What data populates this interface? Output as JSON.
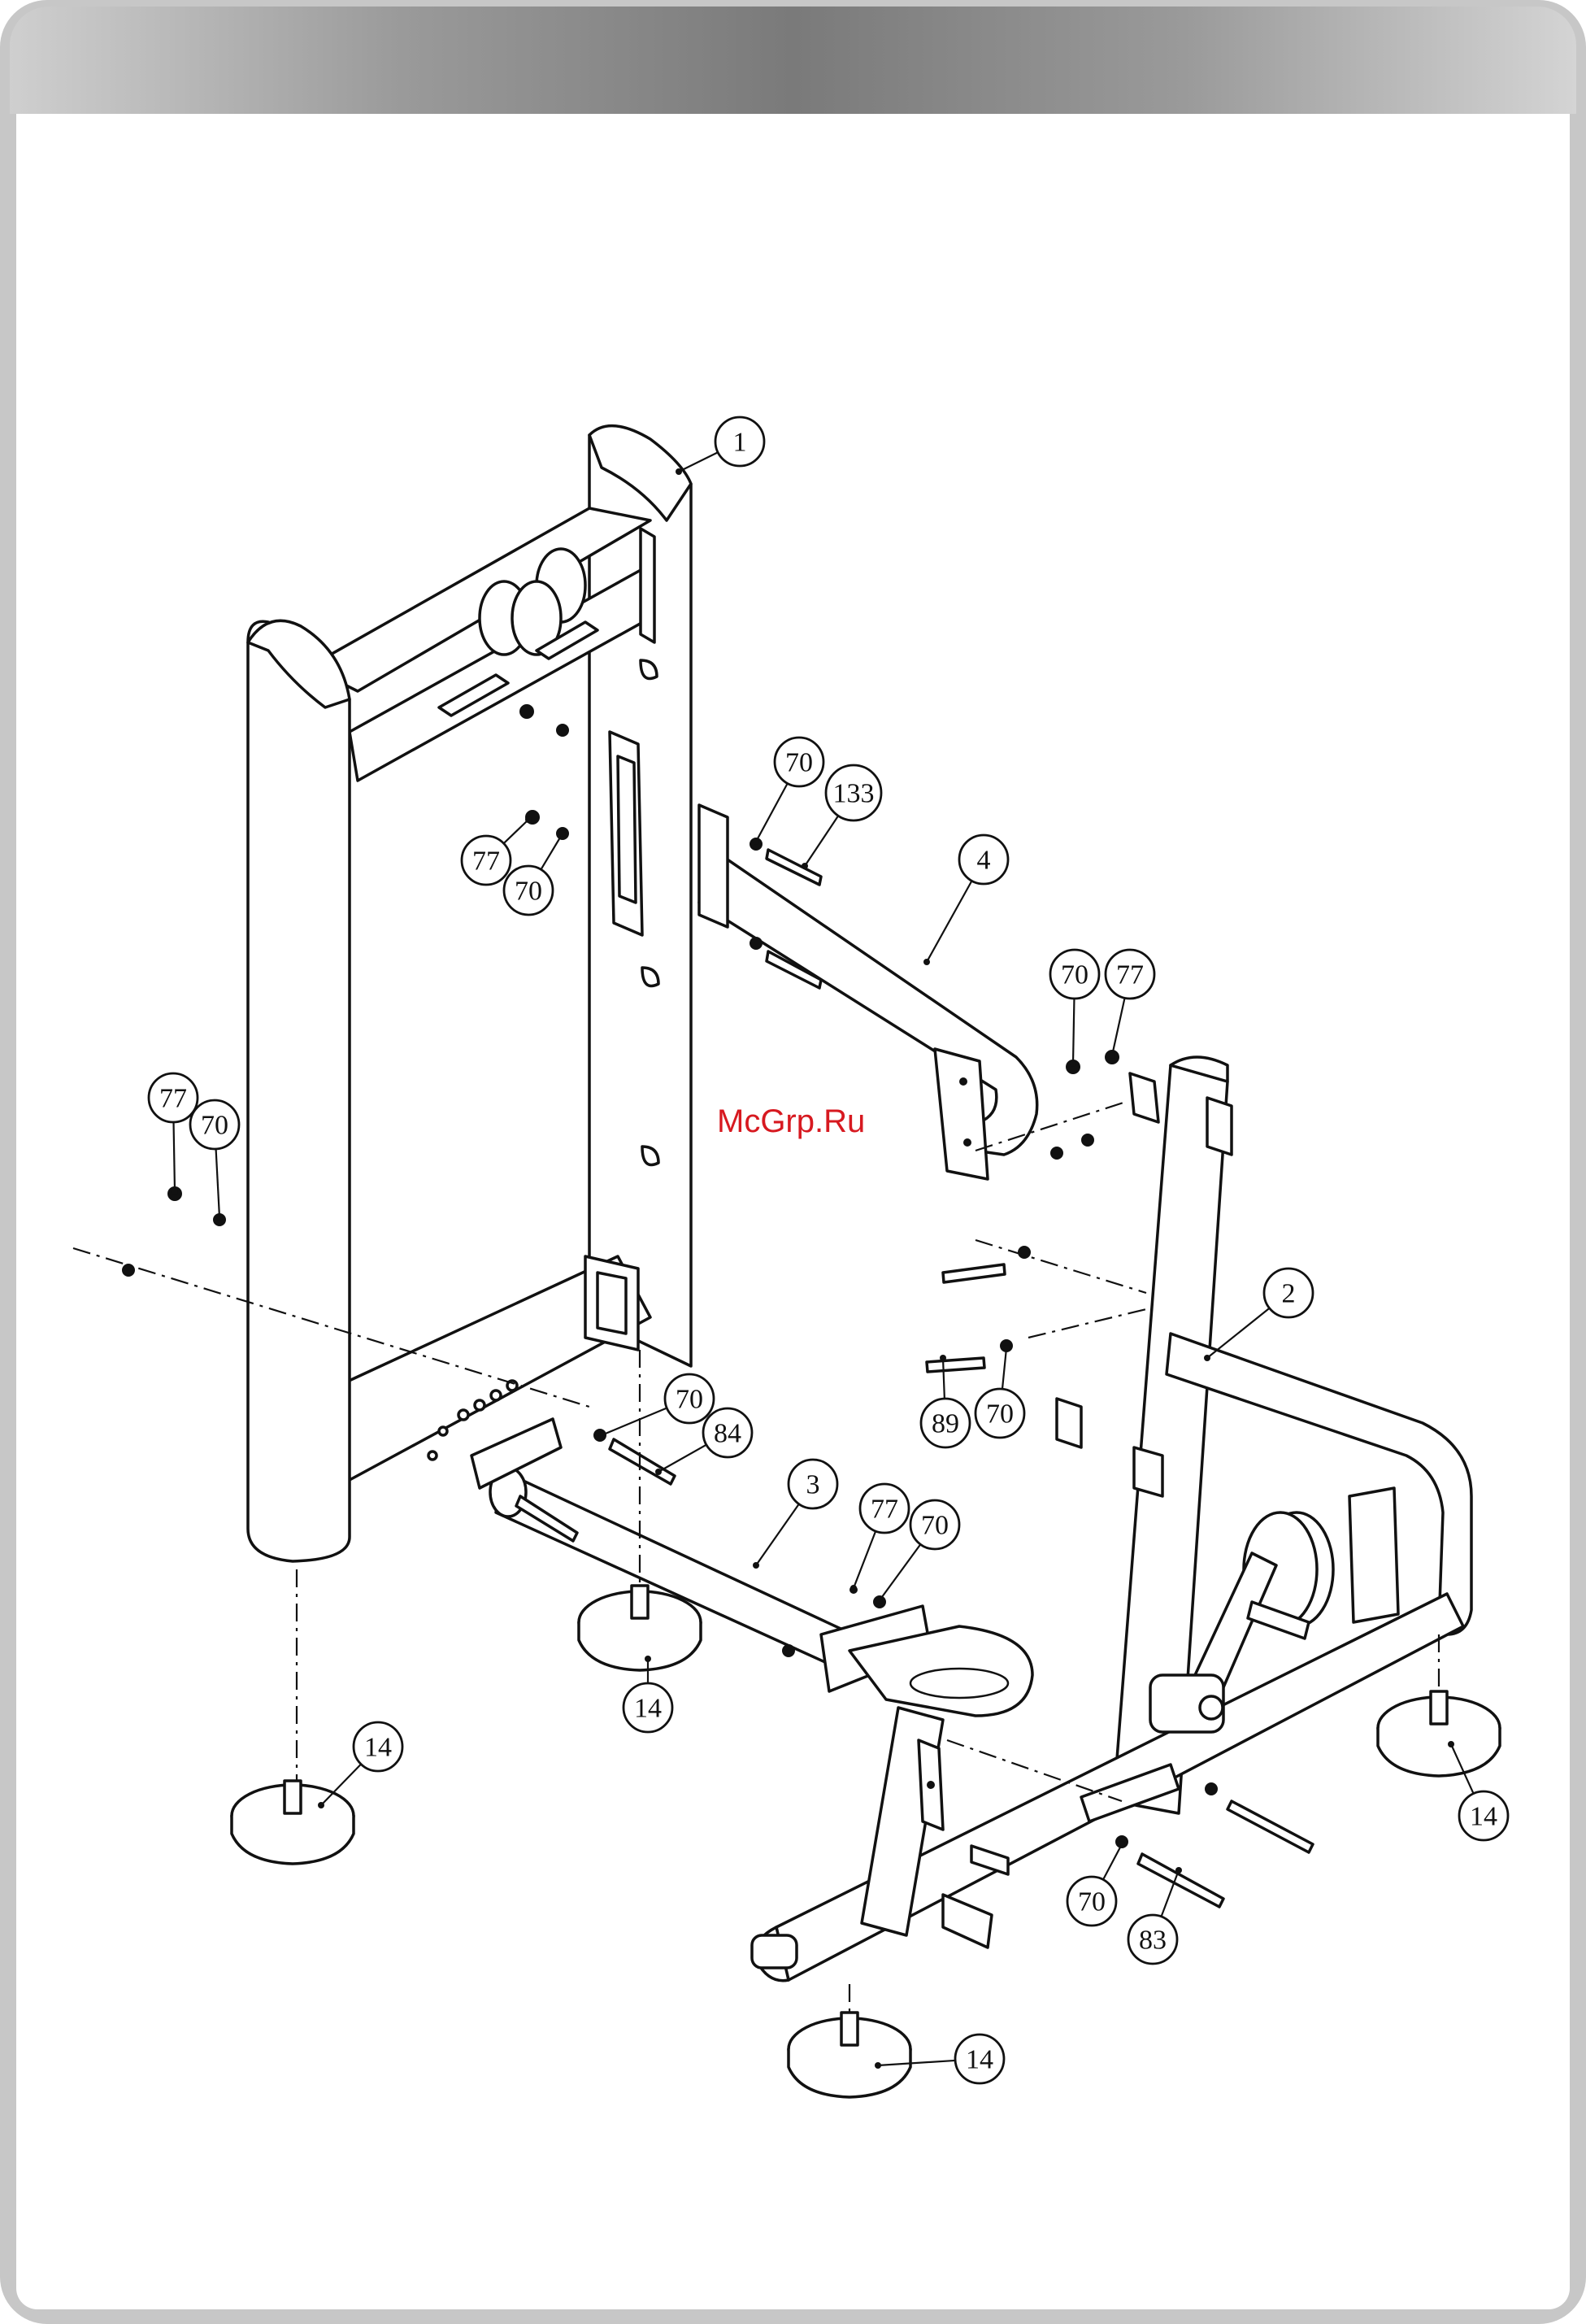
{
  "watermark": "McGrp.Ru",
  "callouts": [
    {
      "id": "c1",
      "label": "1"
    },
    {
      "id": "c2",
      "label": "2"
    },
    {
      "id": "c3",
      "label": "3"
    },
    {
      "id": "c4",
      "label": "4"
    },
    {
      "id": "c70a",
      "label": "70"
    },
    {
      "id": "c133",
      "label": "133"
    },
    {
      "id": "c77a",
      "label": "77"
    },
    {
      "id": "c70b",
      "label": "70"
    },
    {
      "id": "c70c",
      "label": "70"
    },
    {
      "id": "c77b",
      "label": "77"
    },
    {
      "id": "c77c",
      "label": "77"
    },
    {
      "id": "c70d",
      "label": "70"
    },
    {
      "id": "c89",
      "label": "89"
    },
    {
      "id": "c70e",
      "label": "70"
    },
    {
      "id": "c70f",
      "label": "70"
    },
    {
      "id": "c84",
      "label": "84"
    },
    {
      "id": "c77d",
      "label": "77"
    },
    {
      "id": "c70g",
      "label": "70"
    },
    {
      "id": "c14a",
      "label": "14"
    },
    {
      "id": "c14b",
      "label": "14"
    },
    {
      "id": "c14c",
      "label": "14"
    },
    {
      "id": "c14d",
      "label": "14"
    },
    {
      "id": "c70h",
      "label": "70"
    },
    {
      "id": "c83",
      "label": "83"
    }
  ]
}
